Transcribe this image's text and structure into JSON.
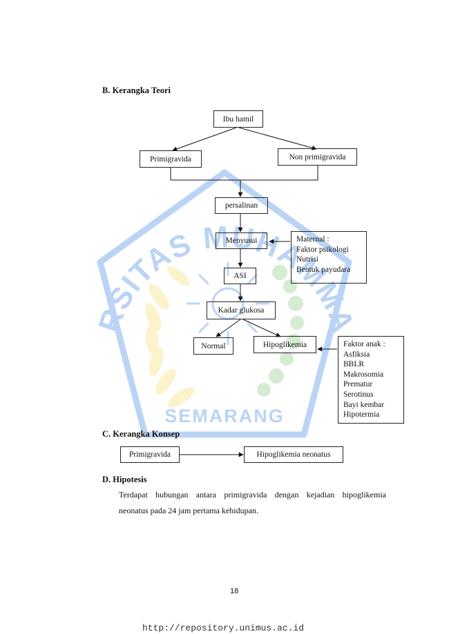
{
  "watermark": {
    "arc_text": "UNIVERSITAS MUHAMMADIYAH",
    "bottom_text": "SEMARANG",
    "colors": {
      "blue": "#4f8fe6",
      "yellow": "#f4e27a",
      "green": "#8fcf8a"
    }
  },
  "sections": {
    "b_heading": "B. Kerangka Teori",
    "c_heading": "C. Kerangka Konsep",
    "d_heading": "D. Hipotesis"
  },
  "framework": {
    "ibu_hamil": "Ibu hamil",
    "primigravida": "Primigravida",
    "non_primigravida": "Non primigravida",
    "persalinan": "persalinan",
    "menyusui": "Menyusui",
    "asi": "ASI",
    "kadar_glukosa": "Kadar glukosa",
    "normal": "Normal",
    "hipoglikemia": "Hipoglikemia",
    "maternal": [
      "Maternal :",
      "Faktor psikologi",
      "Nutrisi",
      "Bentuk payudara"
    ],
    "faktor_anak": [
      "Faktor anak :",
      "Asfiksia",
      "BBLR",
      "Makrosomia",
      "Prematur",
      "Serotinus",
      "Bayi kembar",
      "Hipotermia"
    ]
  },
  "concept": {
    "primigravida": "Primigravida",
    "outcome": "Hipoglikemia neonatus"
  },
  "hypothesis": {
    "line1": "Terdapat hubungan antara primigravida dengan kejadian hipoglikemia",
    "line2": "neonatus pada 24 jam pertama kehidupan."
  },
  "page_number": "18",
  "footer_url": "http://repository.unimus.ac.id"
}
